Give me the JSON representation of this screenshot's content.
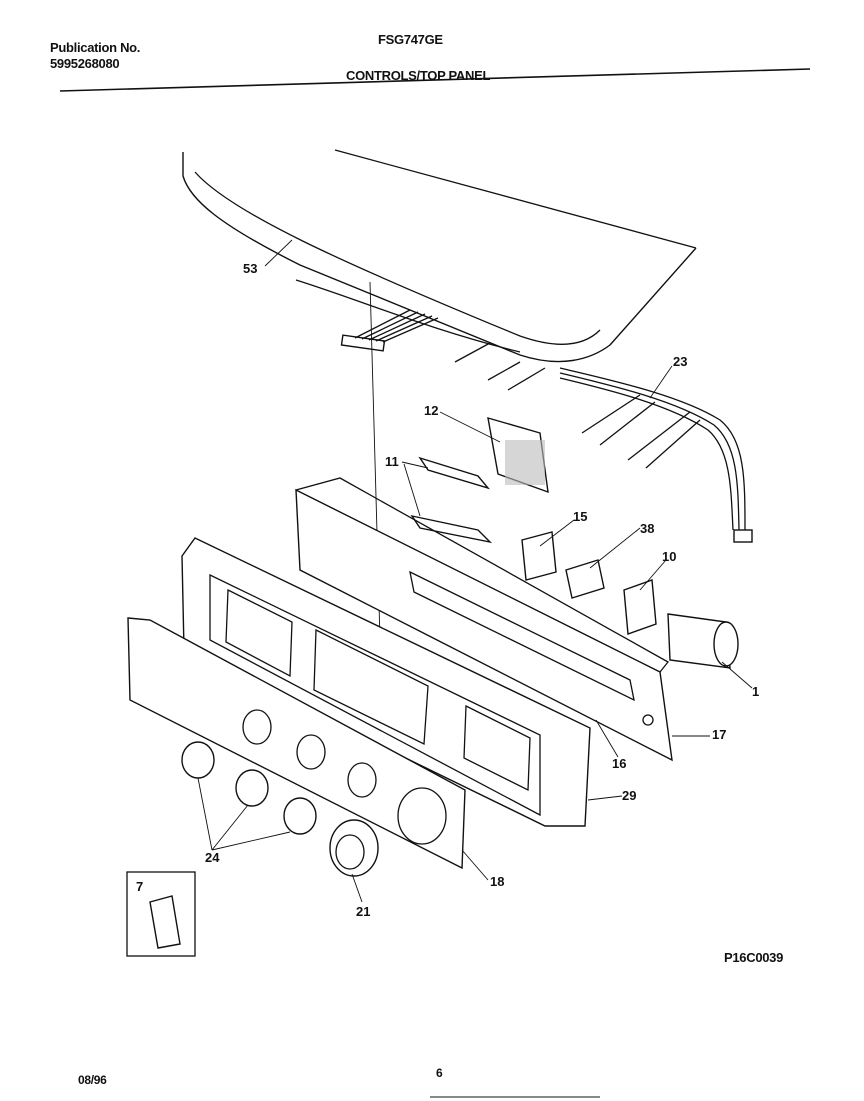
{
  "header": {
    "publication_label": "Publication No.",
    "publication_number": "5995268080",
    "model": "FSG747GE",
    "section_title": "CONTROLS/TOP PANEL"
  },
  "diagram": {
    "code": "P16C0039",
    "callouts": [
      "53",
      "23",
      "12",
      "11",
      "15",
      "38",
      "10",
      "1",
      "17",
      "16",
      "29",
      "18",
      "24",
      "21",
      "7"
    ]
  },
  "footer": {
    "date": "08/96",
    "page": "6"
  }
}
